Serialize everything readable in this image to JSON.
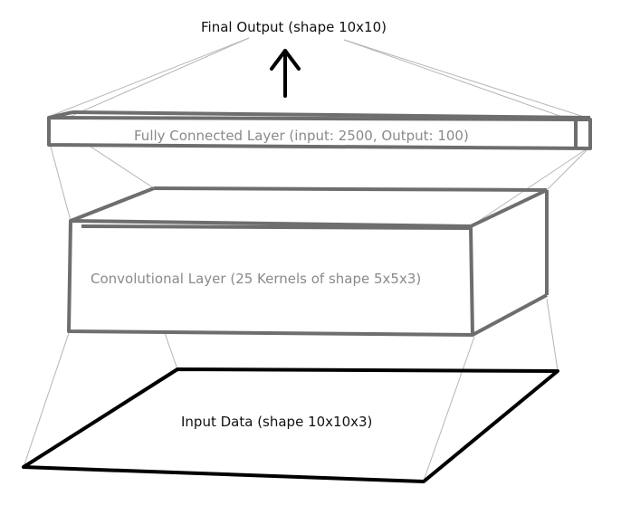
{
  "diagram": {
    "output_label": "Final Output (shape 10x10)",
    "fc_label": "Fully Connected Layer (input: 2500, Output: 100)",
    "conv_label": "Convolutional Layer (25 Kernels of shape 5x5x3)",
    "input_label": "Input Data (shape 10x10x3)",
    "colors": {
      "box_stroke": "#6e6e6e",
      "connector": "#b5b5b5",
      "input_stroke": "#000000",
      "arrow": "#000000"
    },
    "icons": [
      "up-arrow-icon"
    ]
  }
}
